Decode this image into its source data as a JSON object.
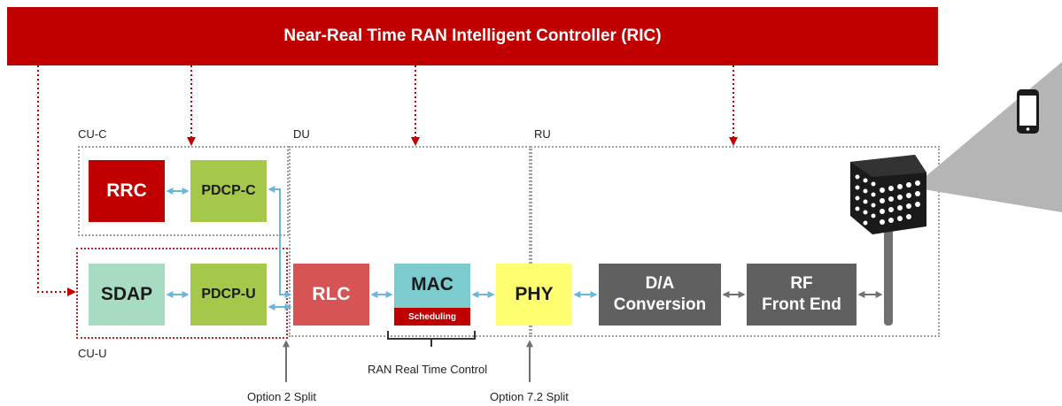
{
  "ric": {
    "title": "Near-Real Time RAN Intelligent Controller (RIC)"
  },
  "regions": {
    "cu_c": "CU-C",
    "cu_u": "CU-U",
    "du": "DU",
    "ru": "RU"
  },
  "blocks": {
    "rrc": "RRC",
    "pdcp_c": "PDCP-C",
    "sdap": "SDAP",
    "pdcp_u": "PDCP-U",
    "rlc": "RLC",
    "mac": "MAC",
    "mac_sub": "Scheduling",
    "phy": "PHY",
    "da_line1": "D/A",
    "da_line2": "Conversion",
    "rf_line1": "RF",
    "rf_line2": "Front End"
  },
  "annotations": {
    "ran_rt": "RAN Real Time Control",
    "opt2": "Option 2 Split",
    "opt72": "Option 7.2 Split"
  },
  "colors": {
    "ric_red": "#c00000",
    "rlc_red": "#d65454",
    "pdcp_green": "#a5c84a",
    "sdap_mint": "#a8dcc2",
    "mac_teal": "#7ccbcf",
    "phy_yellow": "#ffff70",
    "rf_grey": "#606060",
    "link_blue": "#6bb6dd"
  }
}
